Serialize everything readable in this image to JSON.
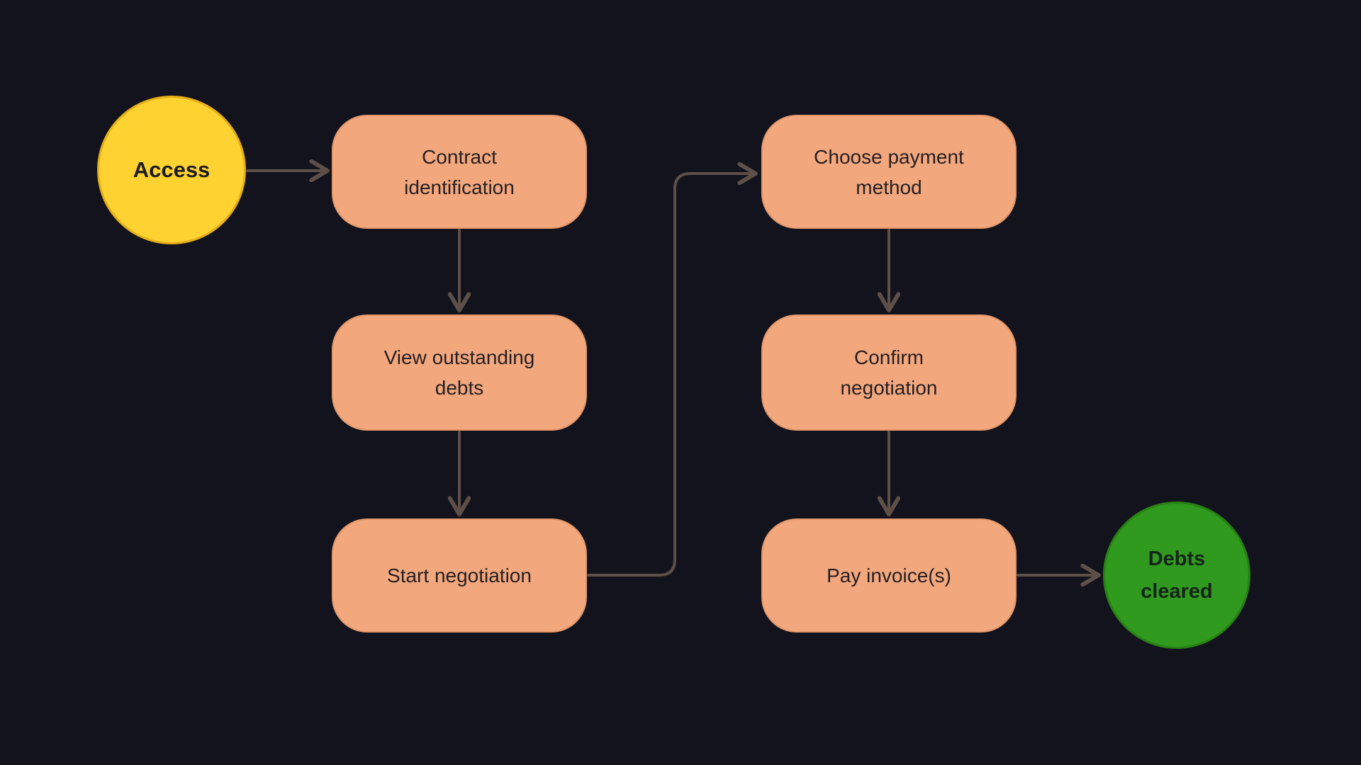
{
  "diagram": {
    "type": "flowchart",
    "background_color": "#12131d",
    "connector_color": "#5e4f48",
    "process_fill_color": "#f3a77c",
    "start_fill_color": "#fdd231",
    "start_border_color": "#e5ae16",
    "end_fill_color": "#2f9a1e",
    "end_border_color": "#278013",
    "nodes": [
      {
        "id": "access",
        "type": "start",
        "label": "Access"
      },
      {
        "id": "contract-identification",
        "type": "process",
        "label": "Contract identification"
      },
      {
        "id": "view-outstanding-debts",
        "type": "process",
        "label": "View outstanding debts"
      },
      {
        "id": "start-negotiation",
        "type": "process",
        "label": "Start negotiation"
      },
      {
        "id": "choose-payment-method",
        "type": "process",
        "label": "Choose payment method"
      },
      {
        "id": "confirm-negotiation",
        "type": "process",
        "label": "Confirm negotiation"
      },
      {
        "id": "pay-invoices",
        "type": "process",
        "label": "Pay invoice(s)"
      },
      {
        "id": "debts-cleared",
        "type": "end",
        "label": "Debts cleared"
      }
    ],
    "edges": [
      {
        "from": "access",
        "to": "contract-identification"
      },
      {
        "from": "contract-identification",
        "to": "view-outstanding-debts"
      },
      {
        "from": "view-outstanding-debts",
        "to": "start-negotiation"
      },
      {
        "from": "start-negotiation",
        "to": "choose-payment-method"
      },
      {
        "from": "choose-payment-method",
        "to": "confirm-negotiation"
      },
      {
        "from": "confirm-negotiation",
        "to": "pay-invoices"
      },
      {
        "from": "pay-invoices",
        "to": "debts-cleared"
      }
    ]
  }
}
